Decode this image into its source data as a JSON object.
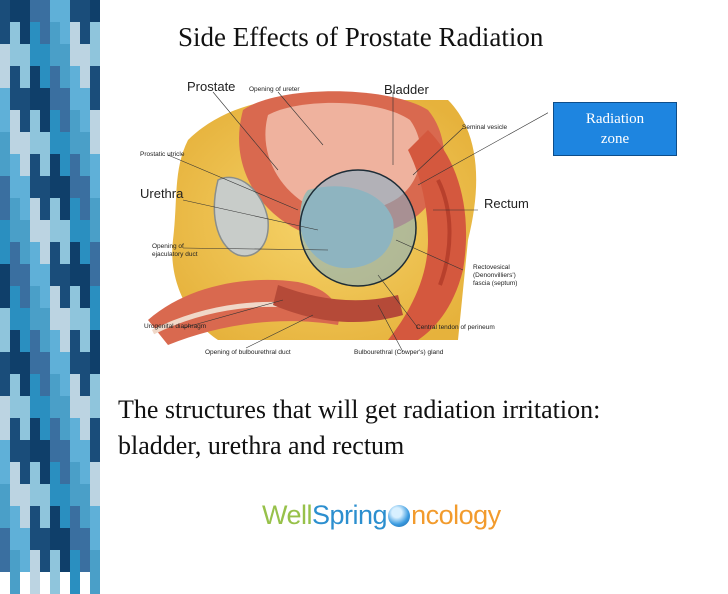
{
  "slide": {
    "title": "Side Effects of Prostate Radiation",
    "body_text": "The structures that will get radiation irritation: bladder, urethra and rectum"
  },
  "diagram": {
    "labels": {
      "prostate": "Prostate",
      "bladder": "Bladder",
      "urethra": "Urethra",
      "rectum": "Rectum",
      "opening_of_ureter": "Opening of ureter",
      "seminal_vesicle": "Seminal vesicle",
      "prostatic_utricle": "Prostatic utricle",
      "opening_ejaculatory_duct_1": "Opening of",
      "opening_ejaculatory_duct_2": "ejaculatory duct",
      "rectovesical_1": "Rectovesical",
      "rectovesical_2": "(Denonvilliers')",
      "rectovesical_3": "fascia (septum)",
      "urogenital_diaphragm": "Urogenital diaphragm",
      "central_tendon": "Central tendon of perineum",
      "opening_bulbourethral_duct": "Opening of bulbourethral duct",
      "bulbourethral_gland": "Bulbourethral (Cowper's) gland"
    },
    "radiation_zone": {
      "line1": "Radiation",
      "line2": "zone"
    }
  },
  "logo": {
    "part1": "Well",
    "part2": "Spring",
    "part3": "ncology"
  },
  "colors": {
    "stripe": [
      "#1a4d7a",
      "#2a8fc0",
      "#5fb0d8",
      "#8fc5dc",
      "#3a6fa0",
      "#bcd4e2",
      "#0f3f6a",
      "#4a9fc8"
    ],
    "radiation_box": "#1e85e0",
    "zone_circle": "#7fb0cc"
  }
}
